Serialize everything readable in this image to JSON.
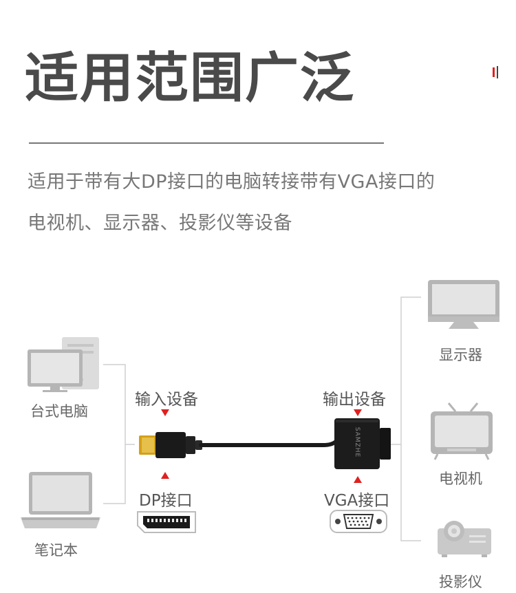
{
  "header": {
    "title": "适用范围广泛",
    "description_line1": "适用于带有大DP接口的电脑转接带有VGA接口的",
    "description_line2": "电视机、显示器、投影仪等设备"
  },
  "input_devices": {
    "desktop_label": "台式电脑",
    "laptop_label": "笔记本"
  },
  "output_devices": {
    "monitor_label": "显示器",
    "tv_label": "电视机",
    "projector_label": "投影仪"
  },
  "adapter": {
    "input_label": "输入设备",
    "output_label": "输出设备",
    "dp_port_label": "DP接口",
    "vga_port_label": "VGA接口",
    "brand_text": "SAMZHE"
  },
  "colors": {
    "accent_red": "#e02020",
    "device_gray": "#d9d9d9",
    "cable_black": "#1a1a1a",
    "gold_connector": "#d4a017"
  }
}
